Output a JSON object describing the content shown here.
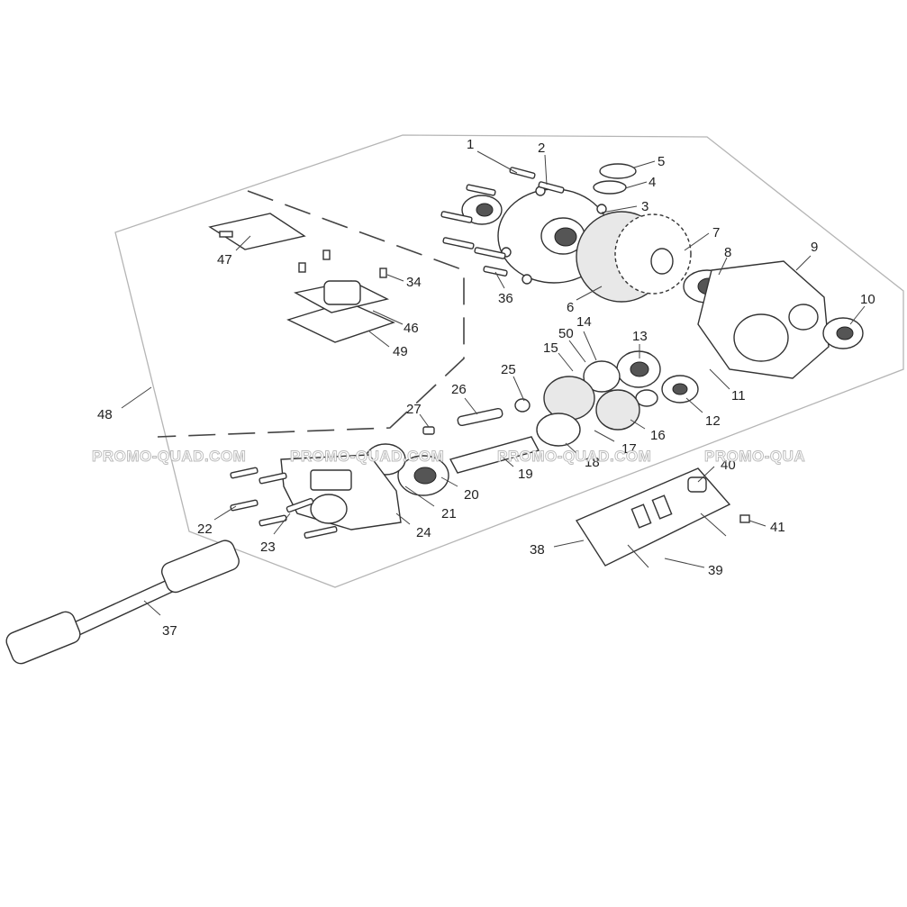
{
  "watermark": "PROMO-QUAD.COM",
  "watermark_tail": "PROMO-QUA",
  "callouts": [
    "1",
    "2",
    "3",
    "4",
    "5",
    "6",
    "7",
    "8",
    "9",
    "10",
    "11",
    "12",
    "13",
    "14",
    "15",
    "16",
    "17",
    "18",
    "19",
    "20",
    "21",
    "22",
    "23",
    "24",
    "25",
    "26",
    "27",
    "34",
    "36",
    "37",
    "38",
    "39",
    "40",
    "41",
    "46",
    "47",
    "48",
    "49",
    "50"
  ]
}
